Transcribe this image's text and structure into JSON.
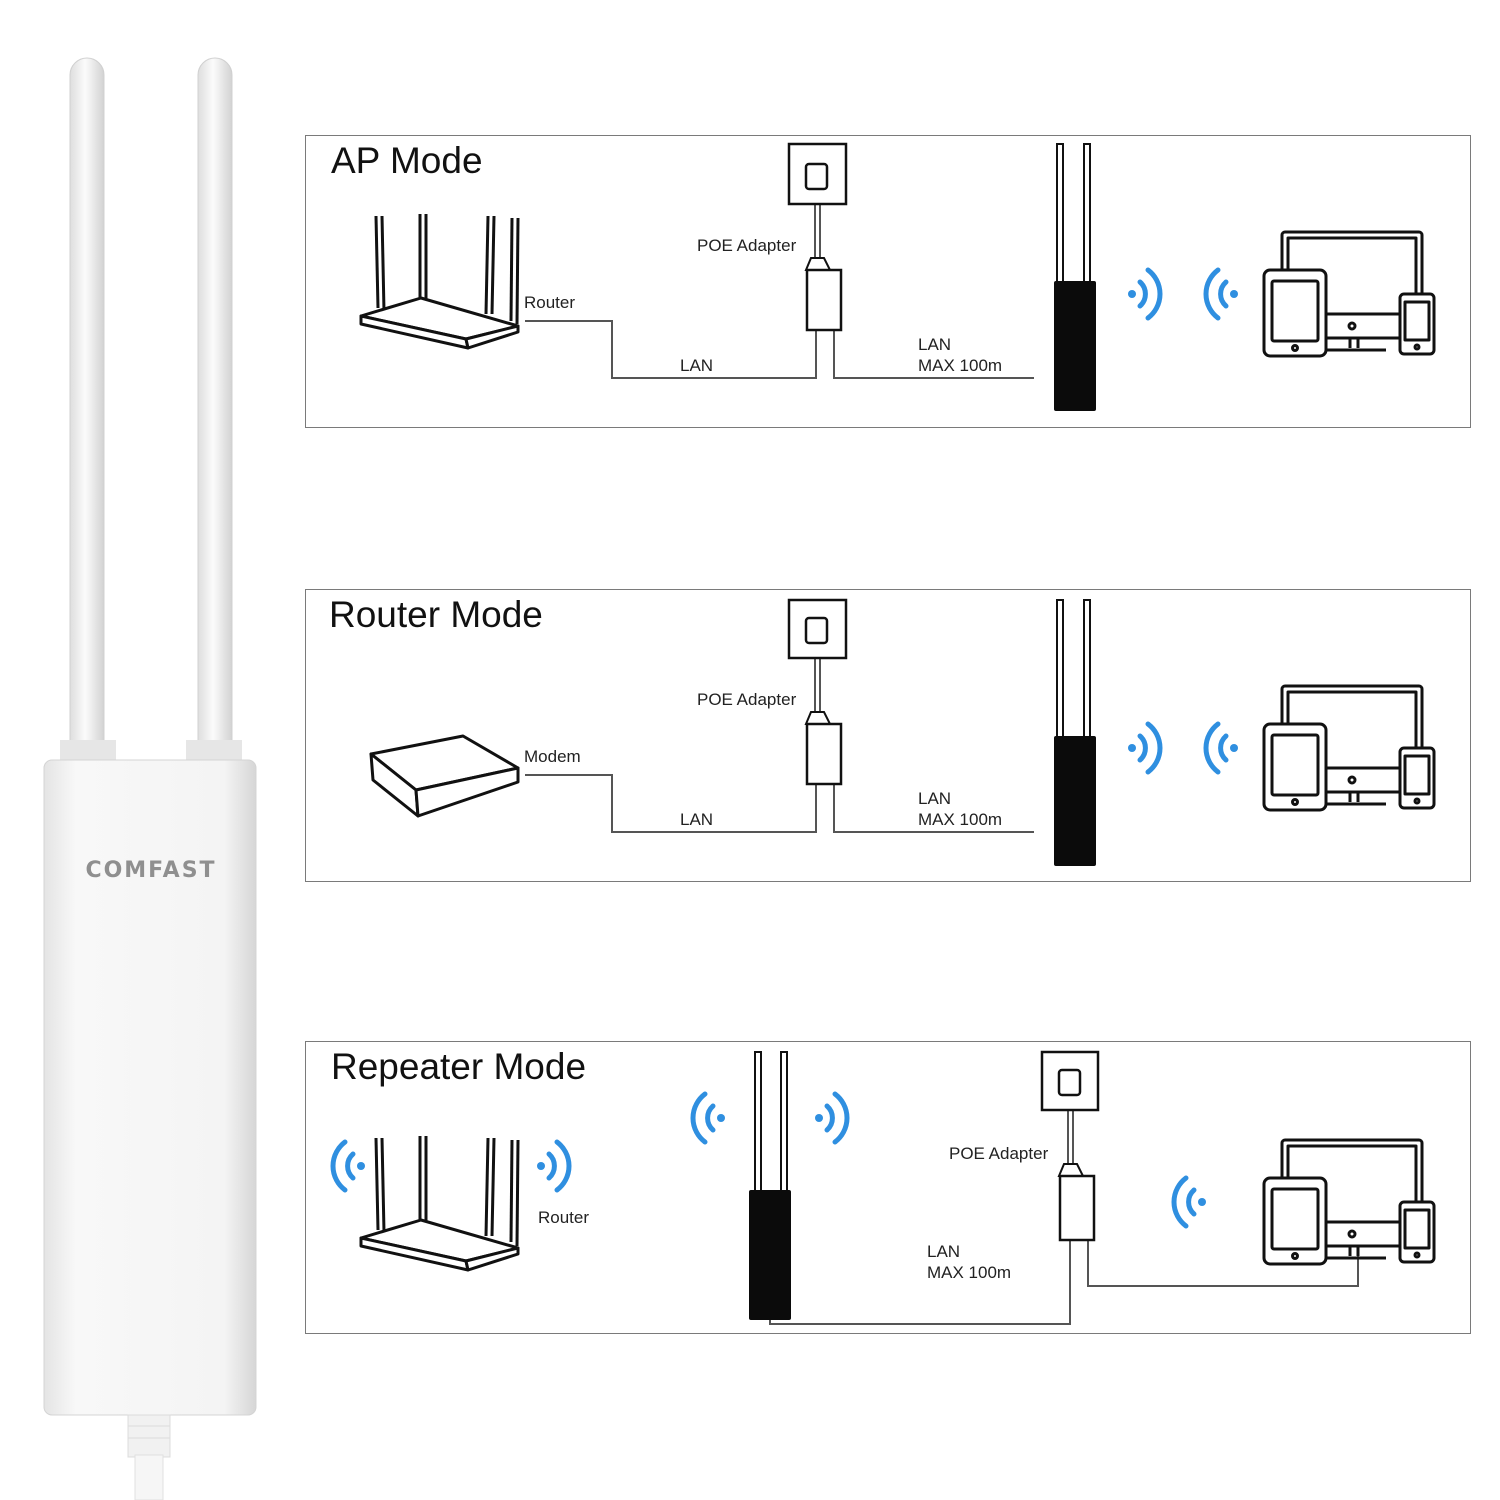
{
  "product": {
    "brand": "COMFAST"
  },
  "colors": {
    "wifi_blue": "#2f8fe0",
    "line": "#555555",
    "device_black": "#0b0b0b"
  },
  "panels": [
    {
      "title": "AP Mode",
      "source_label": "Router",
      "poe_label": "POE Adapter",
      "lan_label": "LAN",
      "lan2_label": "LAN",
      "max_label": "MAX 100m"
    },
    {
      "title": "Router Mode",
      "source_label": "Modem",
      "poe_label": "POE Adapter",
      "lan_label": "LAN",
      "lan2_label": "LAN",
      "max_label": "MAX 100m"
    },
    {
      "title": "Repeater Mode",
      "source_label": "Router",
      "poe_label": "POE Adapter",
      "lan2_label": "LAN",
      "max_label": "MAX 100m"
    }
  ],
  "icons": [
    "wifi-left-icon",
    "wifi-right-icon",
    "router-icon",
    "modem-icon",
    "wall-socket-icon",
    "poe-adapter-icon",
    "access-point-icon",
    "devices-icon"
  ]
}
